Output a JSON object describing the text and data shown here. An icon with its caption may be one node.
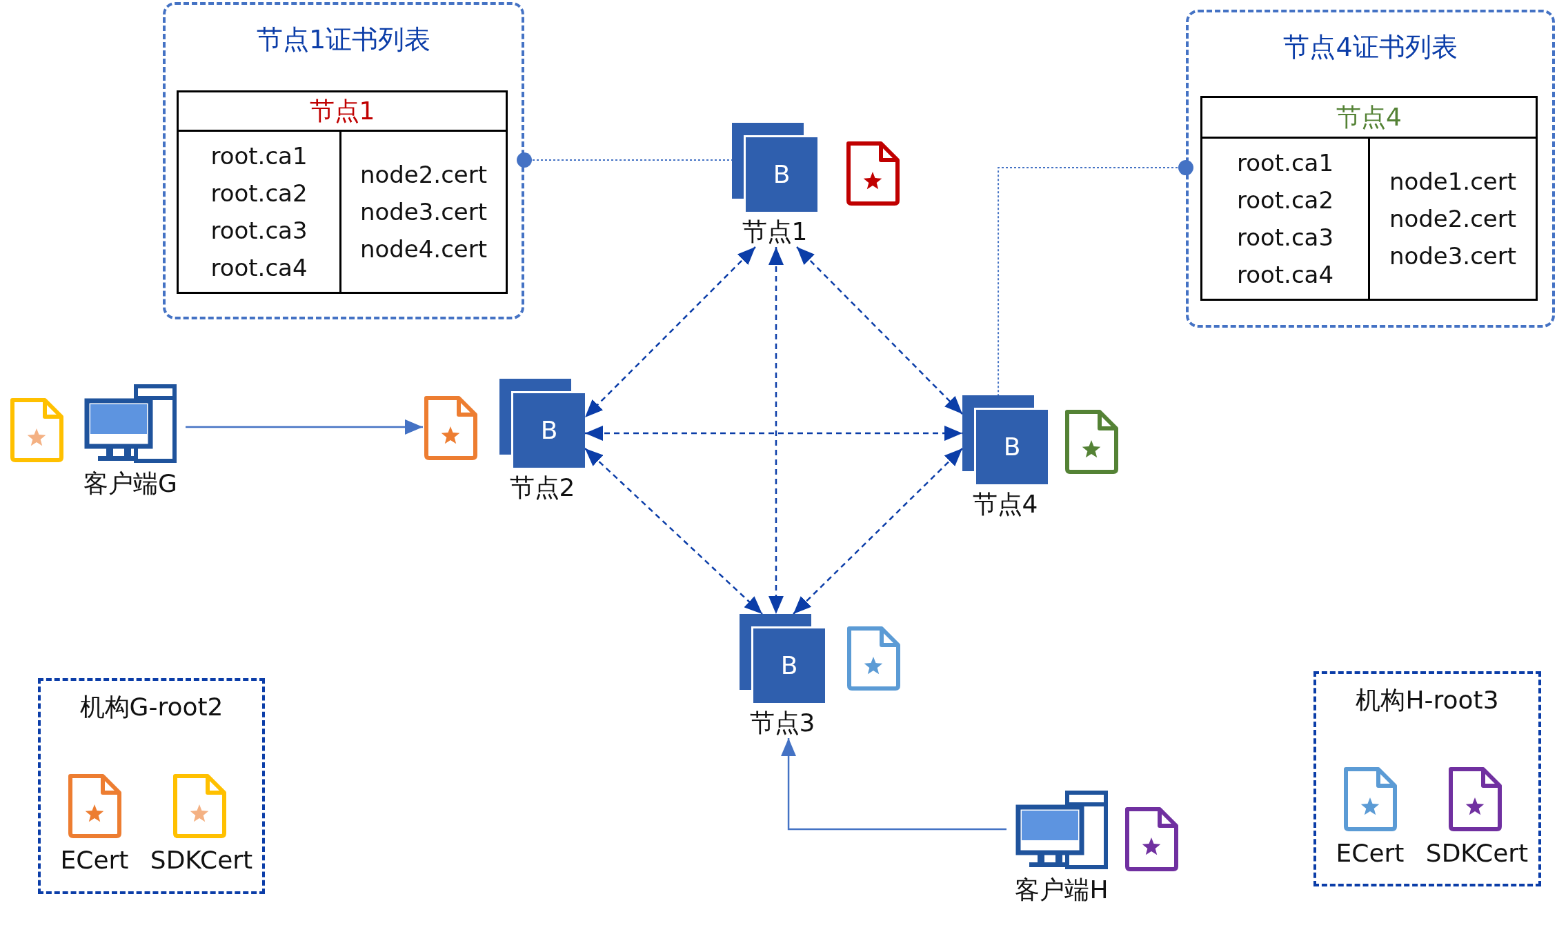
{
  "diagram": {
    "nodes": [
      {
        "text": [
          "节点1证书列表"
        ]
      },
      {
        "text": [
          "节点1"
        ],
        "in": 0
      },
      {
        "text": [
          "root.ca1",
          "root.ca2",
          "root.ca3",
          "root.ca4"
        ],
        "in": 1
      },
      {
        "text": [
          "node2.cert",
          "node3.cert",
          "node4.cert"
        ],
        "in": 1
      },
      {
        "text": [
          "节点4证书列表"
        ]
      },
      {
        "text": [
          "节点4"
        ],
        "in": 4
      },
      {
        "text": [
          "root.ca1",
          "root.ca2",
          "root.ca3",
          "root.ca4"
        ],
        "in": 5
      },
      {
        "text": [
          "node1.cert",
          "node2.cert",
          "node3.cert"
        ],
        "in": 5
      },
      {
        "text": [
          "B",
          "节点1"
        ]
      },
      {
        "text": [
          "B",
          "节点2"
        ]
      },
      {
        "text": [
          "B",
          "节点4"
        ]
      },
      {
        "text": [
          "B",
          "节点3"
        ]
      },
      {
        "text": [
          "客户端G"
        ]
      },
      {
        "text": [],
        "shape": "document"
      },
      {
        "text": [
          "客户端H"
        ]
      },
      {
        "text": [
          "机构G-root2",
          "ECert",
          "SDKCert"
        ]
      },
      {
        "text": [
          "机构H-root3",
          "ECert",
          "SDKCert"
        ]
      }
    ],
    "edges": [
      {
        "from": 0,
        "to": 8,
        "arrow": "other",
        "style": "dashed",
        "color": "#4472c4"
      },
      {
        "from": 4,
        "to": 10,
        "arrow": "other",
        "style": "dashed",
        "color": "#4472c4"
      },
      {
        "from": 8,
        "to": 9,
        "arrow": "both",
        "style": "dashed"
      },
      {
        "from": 8,
        "to": 11,
        "arrow": "both",
        "style": "dashed"
      },
      {
        "from": 8,
        "to": 10,
        "arrow": "both",
        "style": "dashed"
      },
      {
        "from": 9,
        "to": 10,
        "arrow": "both",
        "style": "dashed"
      },
      {
        "from": 9,
        "to": 11,
        "arrow": "both",
        "style": "dashed"
      },
      {
        "from": 10,
        "to": 11,
        "arrow": "both",
        "style": "dashed"
      },
      {
        "from": 12,
        "to": 13,
        "arrow": "to",
        "color": "#4472c4"
      },
      {
        "from": 14,
        "to": 11,
        "arrow": "to",
        "color": "#4472c4"
      }
    ]
  }
}
